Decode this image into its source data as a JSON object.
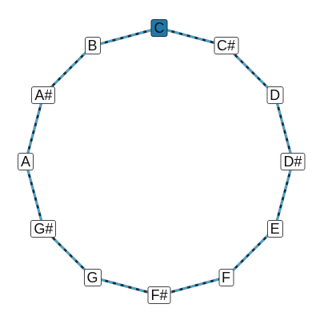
{
  "diagram": {
    "selected": "C",
    "selected_color": "#2079a8",
    "edge_colors": [
      "#1f2d3a",
      "#4aa3c6"
    ],
    "notes": [
      "C",
      "C#",
      "D",
      "D#",
      "E",
      "F",
      "F#",
      "G",
      "G#",
      "A",
      "A#",
      "B"
    ]
  }
}
